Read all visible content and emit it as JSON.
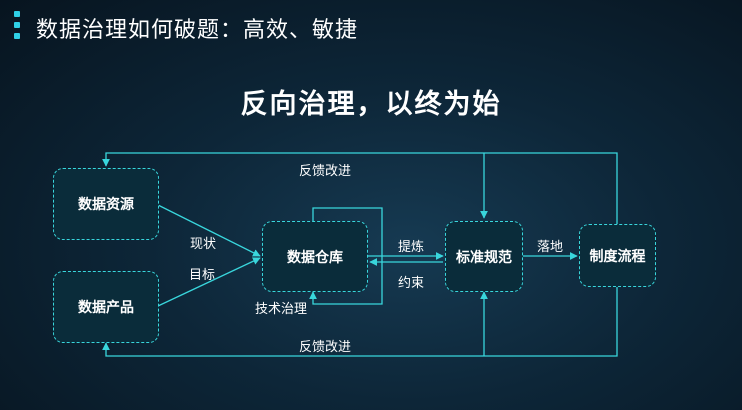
{
  "header": {
    "title": "数据治理如何破题：高效、敏捷"
  },
  "headline": "反向治理，以终为始",
  "nodes": {
    "data_resources": "数据资源",
    "data_products": "数据产品",
    "data_warehouse": "数据仓库",
    "standards": "标准规范",
    "processes": "制度流程"
  },
  "edge_labels": {
    "feedback_top": "反馈改进",
    "feedback_bottom": "反馈改进",
    "current_state": "现状",
    "target": "目标",
    "tech_governance": "技术治理",
    "refine": "提炼",
    "constrain": "约束",
    "land": "落地"
  },
  "colors": {
    "accent": "#39d6dc",
    "title_mark": "#2fd0e6"
  }
}
